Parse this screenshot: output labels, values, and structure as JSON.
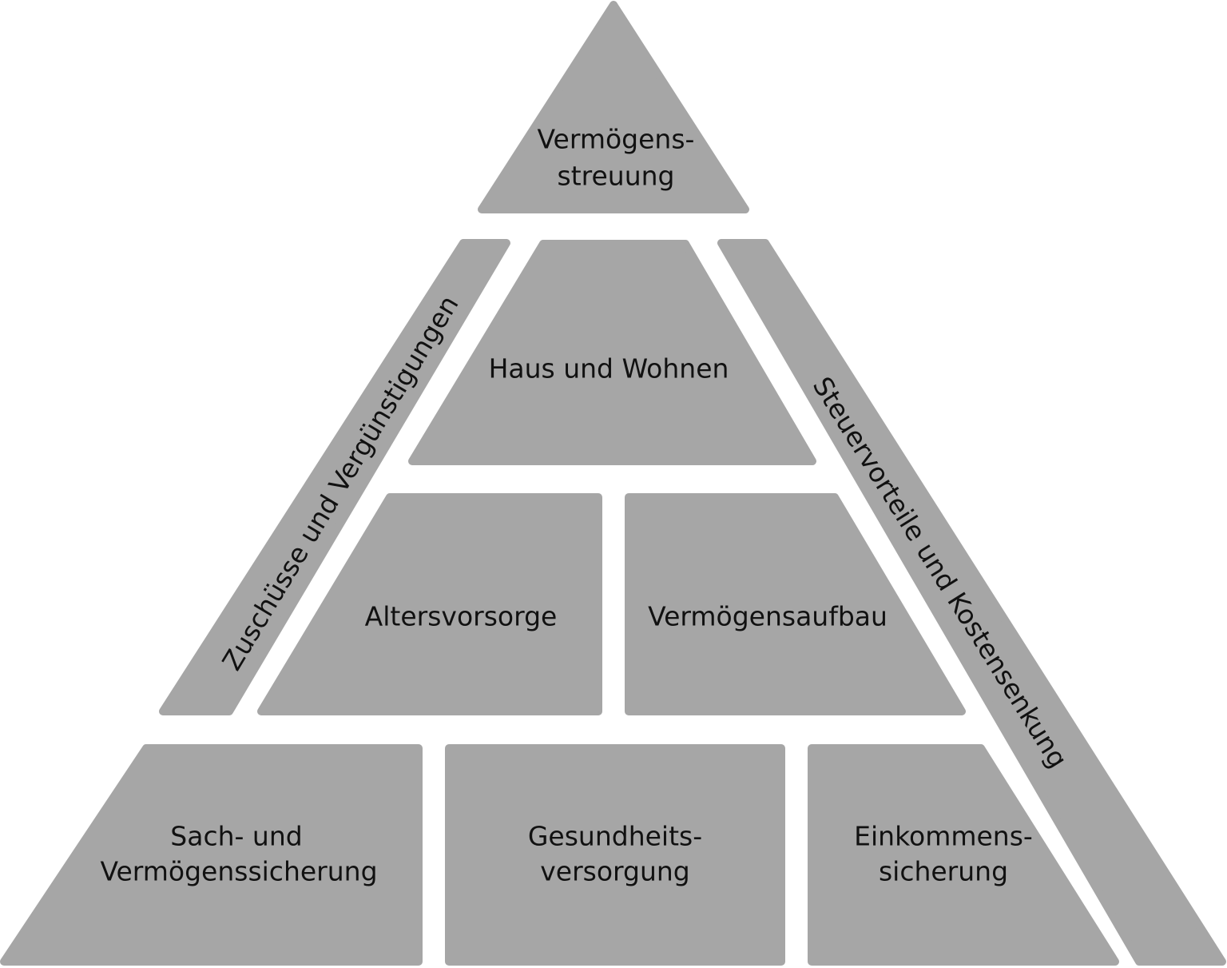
{
  "blocks": {
    "top": {
      "line1": "Vermögens-",
      "line2": "streuung"
    },
    "haus": {
      "label": "Haus und Wohnen"
    },
    "alters": {
      "label": "Altersvorsorge"
    },
    "vermoegensaufbau": {
      "label": "Vermögensaufbau"
    },
    "sach": {
      "line1": "Sach- und",
      "line2": "Vermögenssicherung"
    },
    "gesundheit": {
      "line1": "Gesundheits-",
      "line2": "versorgung"
    },
    "einkommen": {
      "line1": "Einkommens-",
      "line2": "sicherung"
    }
  },
  "sides": {
    "left": {
      "label": "Zuschüsse und Vergünstigungen"
    },
    "right": {
      "label": "Steuervorteile und Kostensenkung"
    }
  },
  "colors": {
    "block": "#a6a6a6",
    "text": "#111111",
    "background": "#ffffff"
  }
}
